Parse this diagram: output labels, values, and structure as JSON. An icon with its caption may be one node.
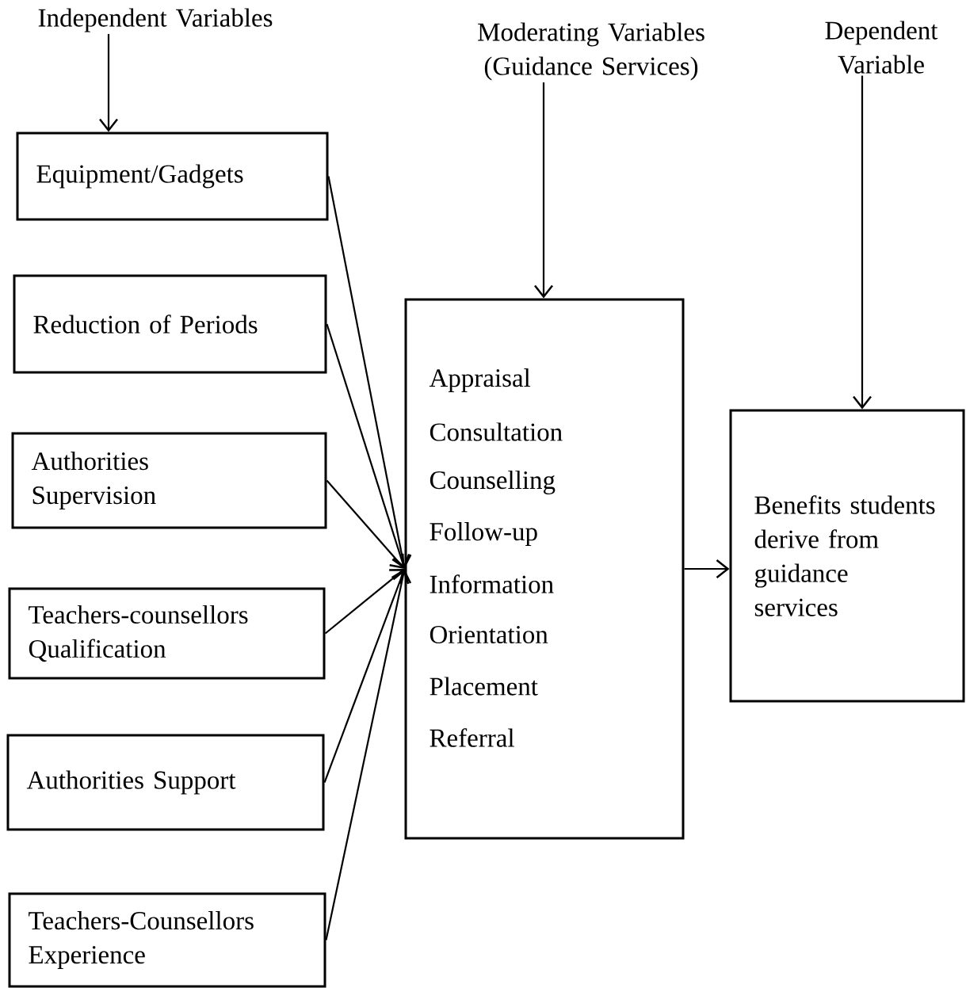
{
  "diagram": {
    "nodes": [
      {
        "text": [
          "Independent Variables"
        ]
      },
      {
        "text": [
          "Equipment/Gadgets"
        ]
      },
      {
        "text": [
          "Reduction of Periods"
        ]
      },
      {
        "text": [
          "Authorities Supervision"
        ]
      },
      {
        "text": [
          "Teachers-counsellors Qualification"
        ]
      },
      {
        "text": [
          "Authorities Support"
        ]
      },
      {
        "text": [
          "Teachers-Counsellors Experience"
        ]
      },
      {
        "text": [
          "Moderating Variables (Guidance Services)"
        ]
      },
      {
        "text": [
          "Appraisal",
          "Consultation",
          "Counselling",
          "Follow-up",
          "Information",
          "Orientation",
          "Placement",
          "Referral"
        ]
      },
      {
        "text": [
          "Dependent Variable"
        ]
      },
      {
        "text": [
          "Benefits students derive from guidance services"
        ]
      }
    ],
    "edges": [
      {
        "from": 0,
        "to": 1,
        "arrow": "to"
      },
      {
        "from": 1,
        "to": 8,
        "arrow": "to"
      },
      {
        "from": 2,
        "to": 8,
        "arrow": "to"
      },
      {
        "from": 3,
        "to": 8,
        "arrow": "to"
      },
      {
        "from": 4,
        "to": 8,
        "arrow": "to"
      },
      {
        "from": 5,
        "to": 8,
        "arrow": "to"
      },
      {
        "from": 6,
        "to": 8,
        "arrow": "to"
      },
      {
        "from": 7,
        "to": 8,
        "arrow": "to"
      },
      {
        "from": 9,
        "to": 10,
        "arrow": "to"
      },
      {
        "from": 8,
        "to": 10,
        "arrow": "to"
      }
    ]
  }
}
